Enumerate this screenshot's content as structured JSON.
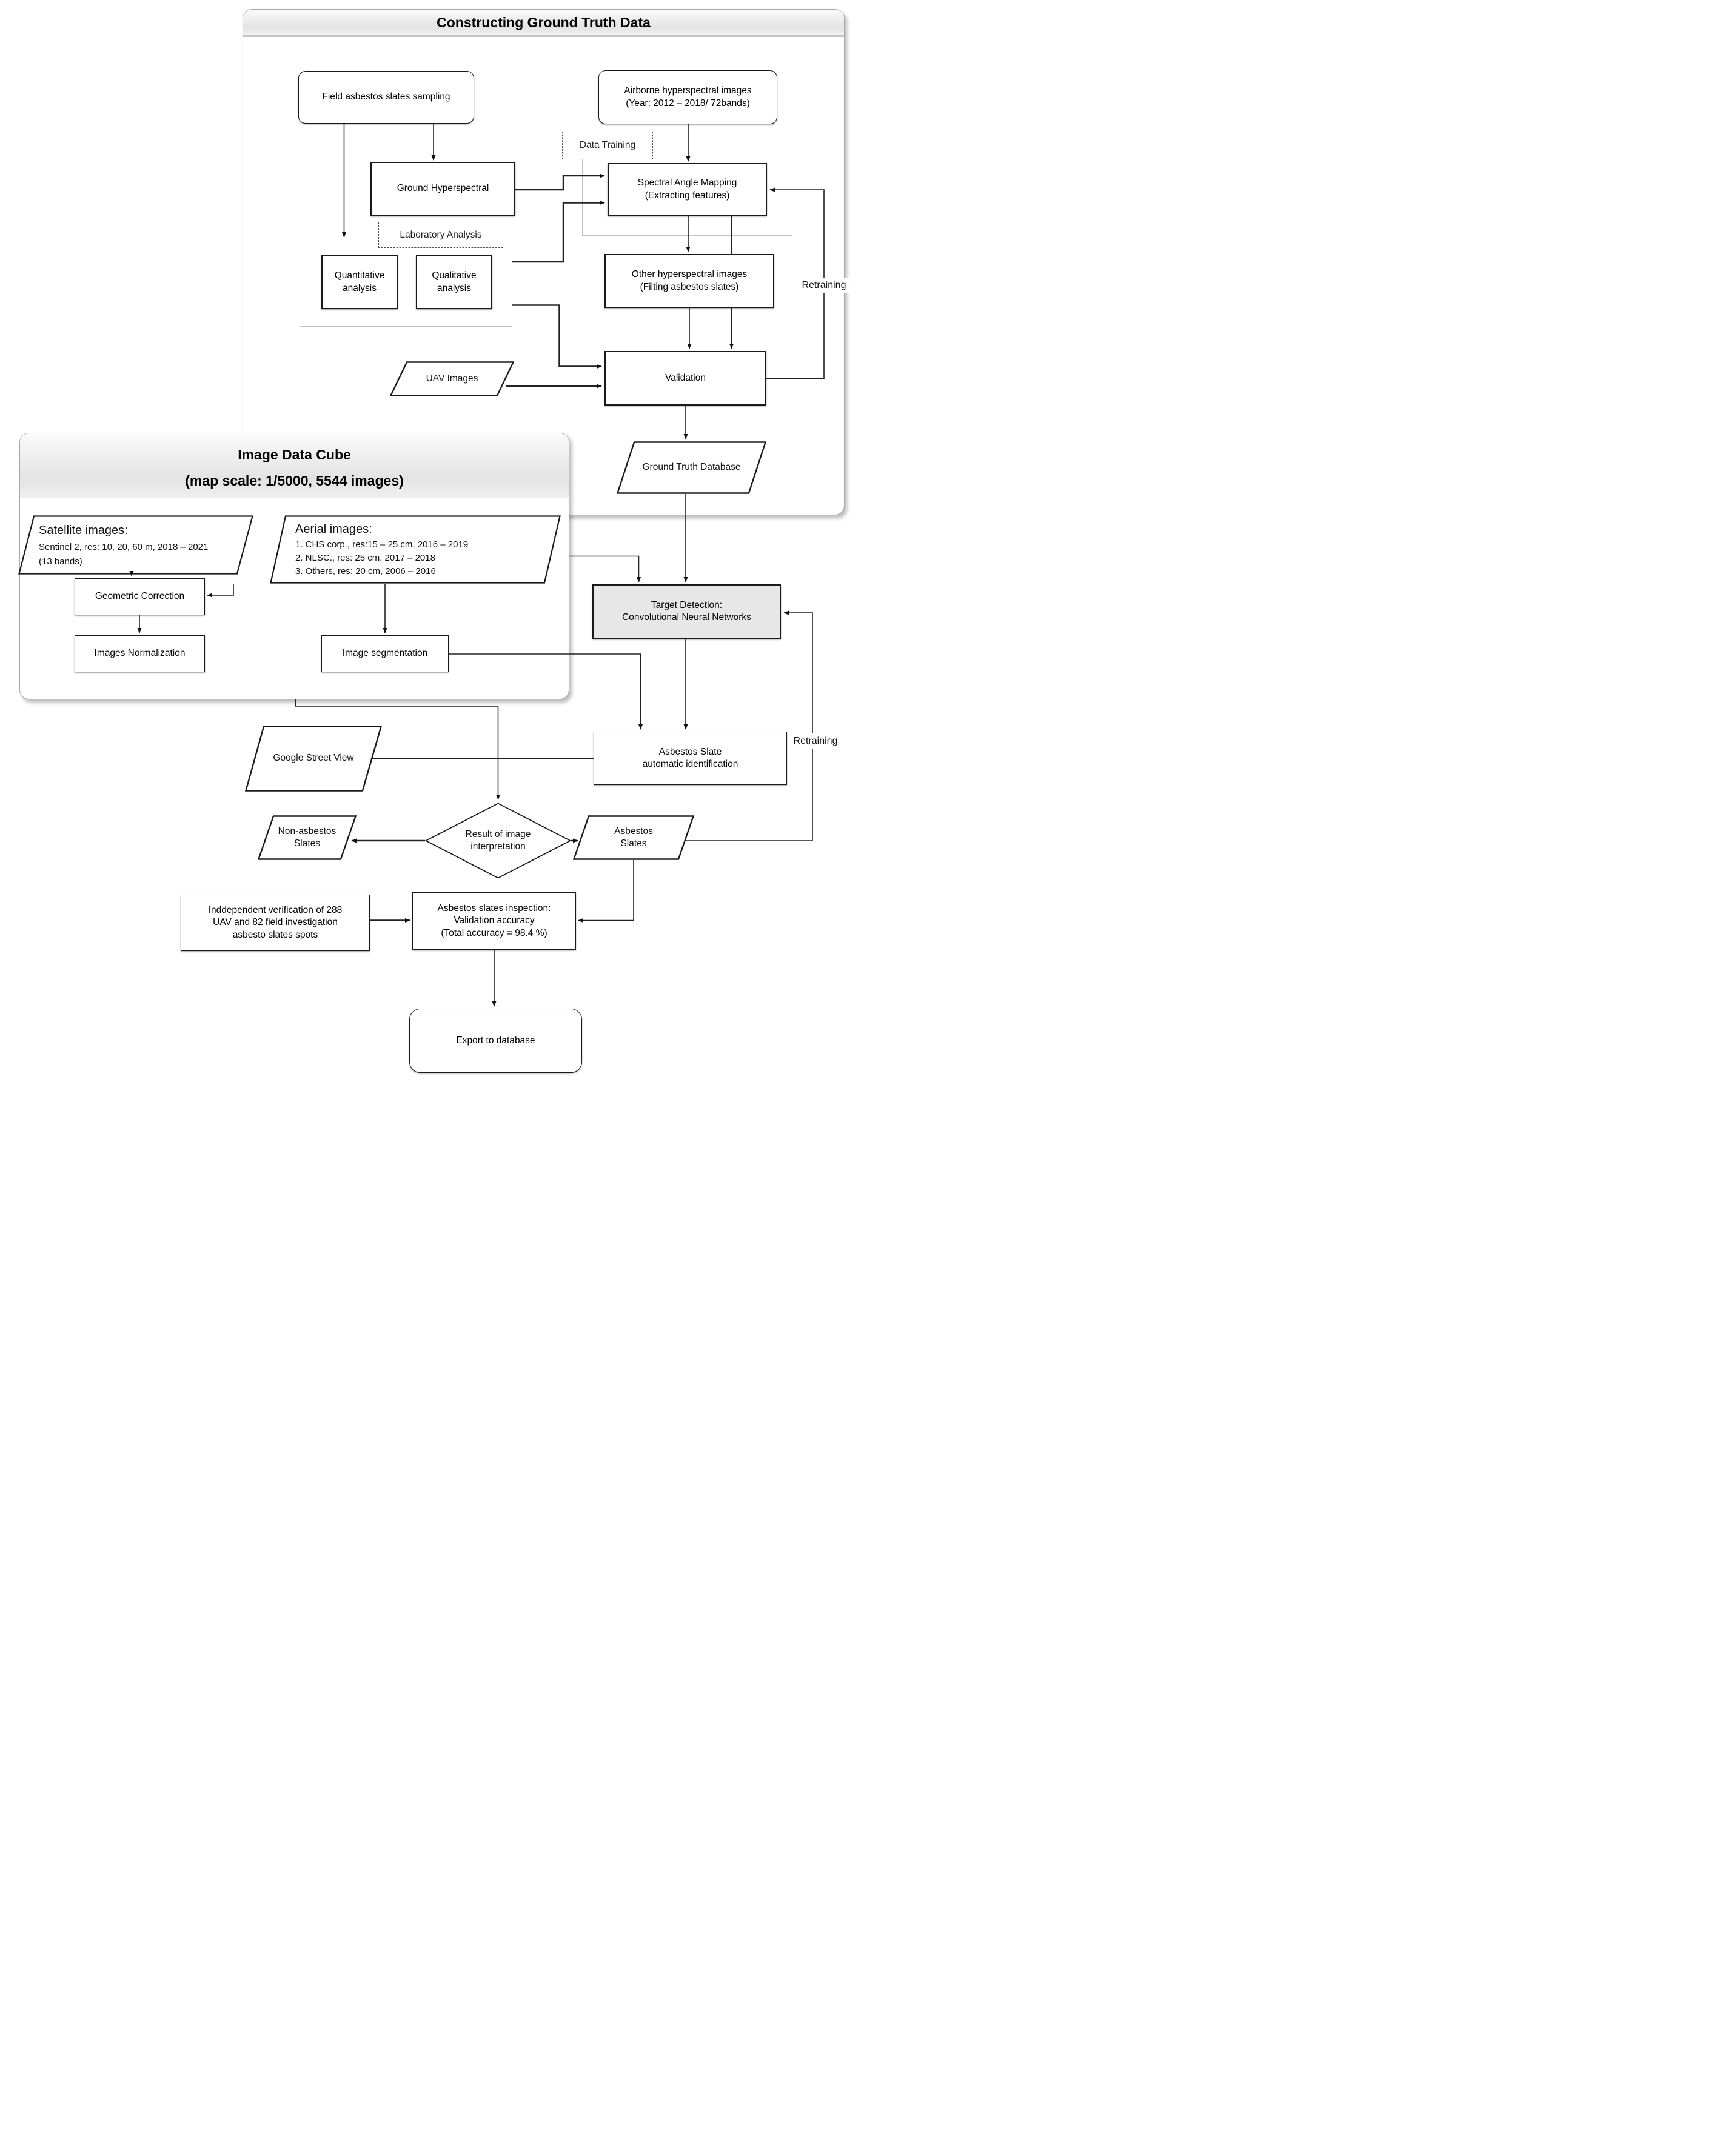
{
  "panels": {
    "ground_truth": {
      "title": "Constructing Ground Truth Data"
    },
    "image_data_cube": {
      "title_line1": "Image Data Cube",
      "title_line2": "(map scale: 1/5000, 5544 images)"
    }
  },
  "nodes": {
    "field_sampling": {
      "l1": "Field asbestos slates sampling"
    },
    "airborne": {
      "l1": "Airborne hyperspectral images",
      "l2": "(Year: 2012 – 2018/ 72bands)"
    },
    "ground_hyperspectral": {
      "l1": "Ground Hyperspectral"
    },
    "data_training": {
      "l1": "Data Training"
    },
    "sam": {
      "l1": "Spectral Angle Mapping",
      "l2": "(Extracting features)"
    },
    "lab_analysis": {
      "l1": "Laboratory Analysis"
    },
    "quantitative": {
      "l1": "Quantitative",
      "l2": "analysis"
    },
    "qualitative": {
      "l1": "Qualitative",
      "l2": "analysis"
    },
    "other_hyperspectral": {
      "l1": "Other hyperspectral images",
      "l2": "(Filting asbestos slates)"
    },
    "uav_images": {
      "l1": "UAV Images"
    },
    "validation": {
      "l1": "Validation"
    },
    "ground_truth_db": {
      "l1": "Ground Truth Database"
    },
    "satellite": {
      "l1": "Satellite images:",
      "l2": "Sentinel 2, res: 10, 20, 60 m, 2018 – 2021",
      "l3": "(13 bands)"
    },
    "aerial": {
      "l1": "Aerial images:",
      "l2": "1. CHS corp., res:15 – 25 cm, 2016 – 2019",
      "l3": "2. NLSC., res: 25 cm, 2017 – 2018",
      "l4": "3. Others, res: 20 cm, 2006 – 2016"
    },
    "geometric": {
      "l1": "Geometric Correction"
    },
    "normalization": {
      "l1": "Images Normalization"
    },
    "segmentation": {
      "l1": "Image segmentation"
    },
    "target_detection": {
      "l1": "Target Detection:",
      "l2": "Convolutional Neural Networks"
    },
    "gsv": {
      "l1": "Google Street View"
    },
    "asai": {
      "l1": "Asbestos Slate",
      "l2": "automatic identification"
    },
    "decision": {
      "l1": "Result of image",
      "l2": "interpretation"
    },
    "non_asbestos": {
      "l1": "Non-asbestos",
      "l2": "Slates"
    },
    "asbestos": {
      "l1": "Asbestos",
      "l2": "Slates"
    },
    "independent": {
      "l1": "Inddependent verification of 288",
      "l2": "UAV and 82 field investigation",
      "l3": "asbesto slates spots"
    },
    "inspection": {
      "l1": "Asbestos slates inspection:",
      "l2": "Validation accuracy",
      "l3": "(Total accuracy = 98.4 %)"
    },
    "export_db": {
      "l1": "Export to database"
    }
  },
  "labels": {
    "retraining_top": "Retraining",
    "retraining_bottom": "Retraining"
  },
  "colors": {
    "line": "#1a1a1a",
    "thick_line": "#333333",
    "panel_border": "#a9a9a9",
    "container_border": "#c3c3c3",
    "target_detection_fill": "#e7e7e7",
    "header_fill": "#e3e3e3"
  }
}
